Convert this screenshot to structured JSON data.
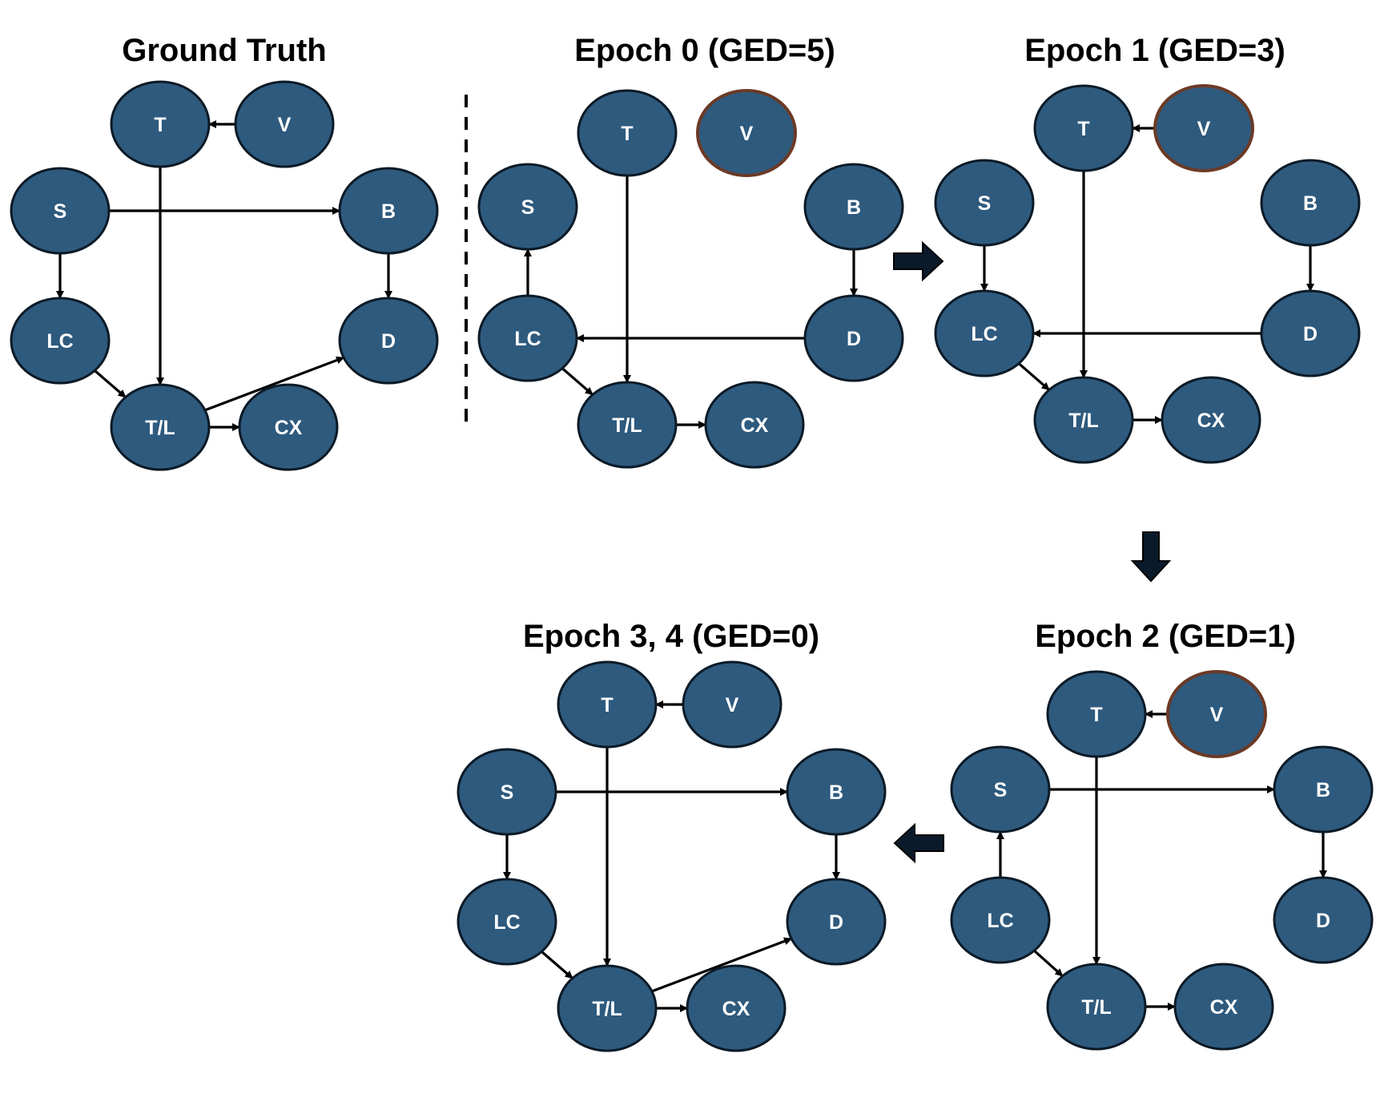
{
  "colors": {
    "node_fill": "#2e5a7e",
    "node_stroke": "#0b1a26",
    "highlight_stroke": "#6b3a26",
    "edge": "#000000",
    "flow_arrow": "#0b1a2b"
  },
  "node_labels": {
    "T": "T",
    "V": "V",
    "S": "S",
    "B": "B",
    "LC": "LC",
    "D": "D",
    "TL": "T/L",
    "CX": "CX"
  },
  "panels": [
    {
      "id": "ground-truth",
      "title": "Ground Truth",
      "highlighted_node": null,
      "edges": [
        [
          "V",
          "T"
        ],
        [
          "S",
          "B"
        ],
        [
          "T",
          "TL"
        ],
        [
          "S",
          "LC"
        ],
        [
          "B",
          "D"
        ],
        [
          "LC",
          "TL"
        ],
        [
          "TL",
          "D"
        ],
        [
          "TL",
          "CX"
        ]
      ]
    },
    {
      "id": "epoch-0",
      "title": "Epoch 0 (GED=5)",
      "highlighted_node": "V",
      "edges": [
        [
          "LC",
          "S"
        ],
        [
          "T",
          "TL"
        ],
        [
          "B",
          "D"
        ],
        [
          "D",
          "LC"
        ],
        [
          "LC",
          "TL"
        ],
        [
          "TL",
          "CX"
        ]
      ]
    },
    {
      "id": "epoch-1",
      "title": "Epoch 1 (GED=3)",
      "highlighted_node": "V",
      "edges": [
        [
          "V",
          "T"
        ],
        [
          "S",
          "LC"
        ],
        [
          "T",
          "TL"
        ],
        [
          "B",
          "D"
        ],
        [
          "D",
          "LC"
        ],
        [
          "LC",
          "TL"
        ],
        [
          "TL",
          "CX"
        ]
      ]
    },
    {
      "id": "epoch-2",
      "title": "Epoch 2 (GED=1)",
      "highlighted_node": "V",
      "edges": [
        [
          "V",
          "T"
        ],
        [
          "S",
          "B"
        ],
        [
          "LC",
          "S"
        ],
        [
          "T",
          "TL"
        ],
        [
          "B",
          "D"
        ],
        [
          "LC",
          "TL"
        ],
        [
          "TL",
          "CX"
        ]
      ]
    },
    {
      "id": "epoch-3-4",
      "title": "Epoch 3, 4 (GED=0)",
      "highlighted_node": null,
      "edges": [
        [
          "V",
          "T"
        ],
        [
          "S",
          "B"
        ],
        [
          "T",
          "TL"
        ],
        [
          "S",
          "LC"
        ],
        [
          "B",
          "D"
        ],
        [
          "LC",
          "TL"
        ],
        [
          "TL",
          "D"
        ],
        [
          "TL",
          "CX"
        ]
      ]
    }
  ],
  "flow_arrows": [
    {
      "from": "epoch-0",
      "to": "epoch-1",
      "direction": "right"
    },
    {
      "from": "epoch-1",
      "to": "epoch-2",
      "direction": "down"
    },
    {
      "from": "epoch-2",
      "to": "epoch-3-4",
      "direction": "left"
    }
  ]
}
